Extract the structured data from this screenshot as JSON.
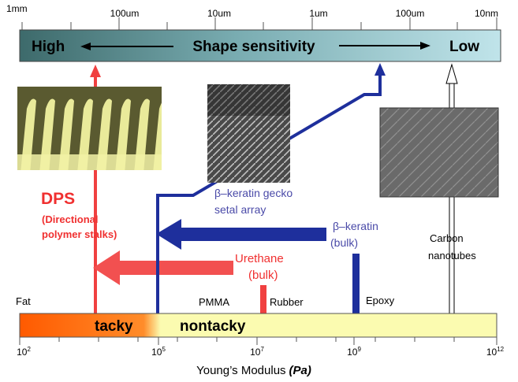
{
  "top_scale": {
    "ticks": [
      "1mm",
      "100um",
      "10um",
      "1um",
      "100um",
      "10nm"
    ],
    "bar": {
      "left": "High",
      "center": "Shape sensitivity",
      "right": "Low"
    }
  },
  "bottom_scale": {
    "ticks": [
      {
        "base": "10",
        "exp": "2"
      },
      {
        "base": "10",
        "exp": "5"
      },
      {
        "base": "10",
        "exp": "7"
      },
      {
        "base": "10",
        "exp": "9"
      },
      {
        "base": "10",
        "exp": "12"
      }
    ],
    "axis_title": "Young’s Modulus",
    "axis_unit": "(Pa)",
    "bar": {
      "tacky": "tacky",
      "nontacky": "nontacky"
    }
  },
  "materials": {
    "fat": "Fat",
    "pmma": "PMMA",
    "rubber": "Rubber",
    "epoxy": "Epoxy",
    "urethane_line1": "Urethane",
    "urethane_line2": "(bulk)",
    "keratin_line1": "β–keratin",
    "keratin_line2": "(bulk)",
    "carbon_line1": "Carbon",
    "carbon_line2": "nanotubes"
  },
  "dps": {
    "title": "DPS",
    "sub_line1": "(Directional",
    "sub_line2": "polymer stalks)"
  },
  "gecko": {
    "line1": "β–keratin gecko",
    "line2": "setal array"
  },
  "colors": {
    "red": "#f04040",
    "blue": "#1e2f9c",
    "gecko_text": "#4a4aa8",
    "tacky": "#ff6a10",
    "nontacky": "#fbfbb0"
  }
}
